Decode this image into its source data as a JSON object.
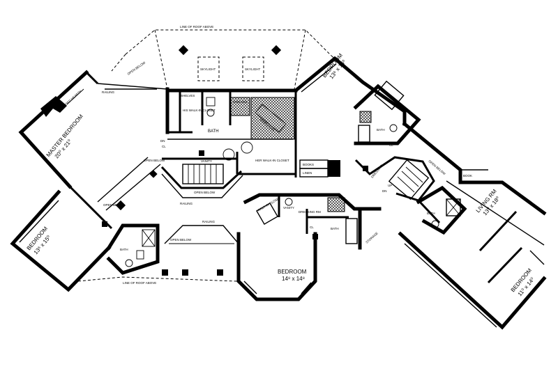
{
  "rooms": {
    "master_bedroom": {
      "name": "MASTER BEDROOM",
      "size": "20⁰ x 21⁰"
    },
    "bedroom_ne": {
      "name": "BEDROOM",
      "size": "13⁶ x 16⁶"
    },
    "bedroom_sw": {
      "name": "BEDROOM",
      "size": "13⁶ x 15⁰"
    },
    "bedroom_center": {
      "name": "BEDROOM",
      "size": "14⁸ x 14⁸"
    },
    "bedroom_se": {
      "name": "BEDROOM",
      "size": "11⁰ x 14⁰"
    },
    "living_rm": {
      "name": "LIVING RM",
      "size": "13⁰ x 18⁰"
    },
    "bath_master": "BATH",
    "bath_ne": "BATH",
    "bath_sw": "BATH",
    "bath_center": "BATH",
    "bath_se": "BATH",
    "dressing_rm": "DRESSING RM",
    "dressing_ne": "DRESSING",
    "storage": "STORAGE",
    "his_closet": "HIS WALK-IN CLOSET",
    "her_closet": "HER WALK-IN CLOSET",
    "whirlpool": "WHIRLPOOL",
    "vanity_master": "VANITY",
    "vanity_center": "VANITY",
    "shelves": "SHELVES",
    "books": "BOOKS",
    "linen": "LINEN",
    "walk_in_closet": "WALK-IN CLOSET",
    "open_below_1": "OPEN BELOW",
    "open_below_2": "OPEN BELOW",
    "open_below_3": "OPEN BELOW",
    "open_below_4": "OPEN BELOW",
    "open_below_5": "OPEN BELOW",
    "open_below_6": "OPEN BELOW",
    "railing_1": "RAILING",
    "railing_2": "RAILING",
    "railing_3": "RAILING",
    "raised_hearth": "RAISED HEARTH",
    "line_roof_top": "LINE OF ROOF ABOVE",
    "line_roof_bottom": "LINE OF ROOF ABOVE",
    "skylight_1": "SKYLIGHT",
    "skylight_2": "SKYLIGHT",
    "shelves_2": "SHELVES",
    "cl_1": "CL",
    "cl_2": "CL",
    "cl_3": "CL",
    "dn": "DN",
    "up": "UP",
    "bookshelf": "BOOK",
    "dn_2": "DN"
  }
}
